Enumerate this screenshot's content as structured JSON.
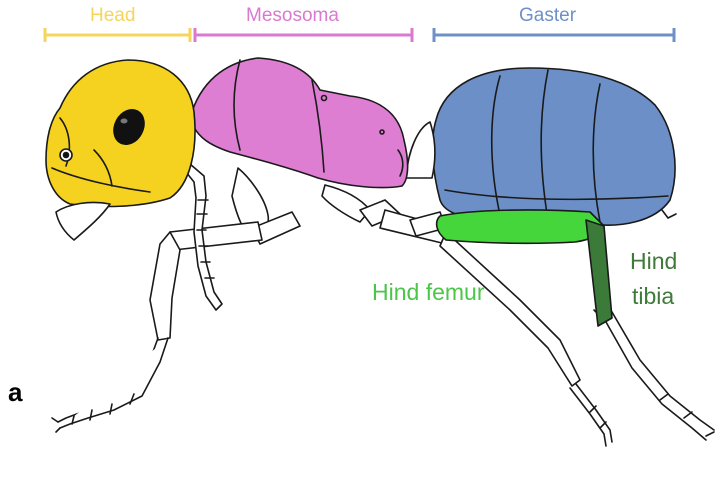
{
  "labels": {
    "head": "Head",
    "mesosoma": "Mesosoma",
    "gaster": "Gaster",
    "hind_femur": "Hind femur",
    "hind_tibia_line1": "Hind",
    "hind_tibia_line2": "tibia",
    "panel": "a"
  },
  "colors": {
    "head": "#f5d21f",
    "head_label": "#f5d55a",
    "mesosoma": "#dd7ed3",
    "mesosoma_label": "#d87ad0",
    "gaster": "#6b8fc6",
    "gaster_label": "#6e90c6",
    "hind_femur": "#45d63c",
    "hind_femur_label": "#4bc648",
    "hind_tibia": "#3c7a3a",
    "hind_tibia_label": "#3e7a3a",
    "outline": "#1a1a1a"
  }
}
